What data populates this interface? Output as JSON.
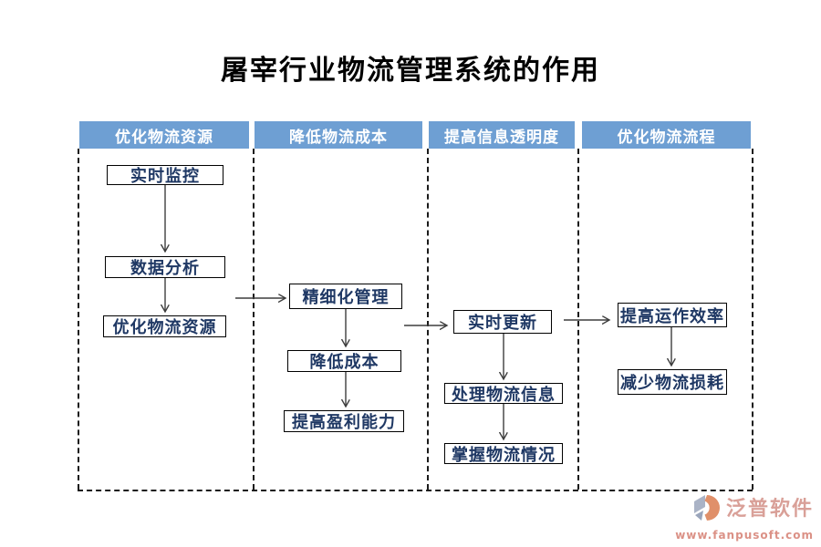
{
  "title": "屠宰行业物流管理系统的作用",
  "lanes": [
    {
      "header": "优化物流资源",
      "items": [
        "实时监控",
        "数据分析",
        "优化物流资源"
      ]
    },
    {
      "header": "降低物流成本",
      "items": [
        "精细化管理",
        "降低成本",
        "提高盈利能力"
      ]
    },
    {
      "header": "提高信息透明度",
      "items": [
        "实时更新",
        "处理物流信息",
        "掌握物流情况"
      ]
    },
    {
      "header": "优化物流流程",
      "items": [
        "提高运作效率",
        "减少物流损耗"
      ]
    }
  ],
  "colors": {
    "header_bg": "#6E9FD3",
    "header_text": "#FFFFFF",
    "box_text": "#1F3864",
    "box_border": "#000000",
    "arrow": "#3d3d3d",
    "watermark_text": "#d9a098"
  },
  "watermark": {
    "brand": "泛普软件",
    "url": "www.fanpusoft.com"
  }
}
